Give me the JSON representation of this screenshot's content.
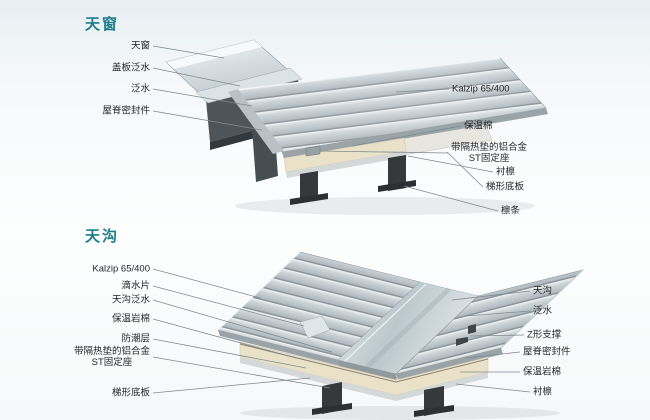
{
  "colors": {
    "title_accent": "#1d7c8c",
    "label_text": "#23282a",
    "leader_line": "#7f8a90",
    "metal_light": "#eef2f4",
    "metal_dark": "#a8b2b8",
    "insulation": "#eae2c8",
    "structure_dark": "#35393c"
  },
  "sections": [
    {
      "title": "天窗",
      "labels_left": [
        {
          "text": "天窗"
        },
        {
          "text": "盖板泛水"
        },
        {
          "text": "泛水"
        },
        {
          "text": "屋脊密封件"
        }
      ],
      "labels_right": [
        {
          "text": "Kalzip 65/400"
        },
        {
          "text": "保温棉"
        },
        {
          "text": "带隔热垫的铝合金\nST固定座"
        },
        {
          "text": "衬檩"
        },
        {
          "text": "梯形底板"
        },
        {
          "text": "檩条"
        }
      ]
    },
    {
      "title": "天沟",
      "labels_left": [
        {
          "text": "Kalzip 65/400"
        },
        {
          "text": "滴水片"
        },
        {
          "text": "天沟泛水"
        },
        {
          "text": "保温岩棉"
        },
        {
          "text": "防潮层"
        },
        {
          "text": "带隔热垫的铝合金\nST固定座"
        },
        {
          "text": "梯形底板"
        }
      ],
      "labels_right": [
        {
          "text": "天沟"
        },
        {
          "text": "泛水"
        },
        {
          "text": "Z形支撑"
        },
        {
          "text": "屋脊密封件"
        },
        {
          "text": "保温岩棉"
        },
        {
          "text": "衬檩"
        }
      ]
    }
  ]
}
